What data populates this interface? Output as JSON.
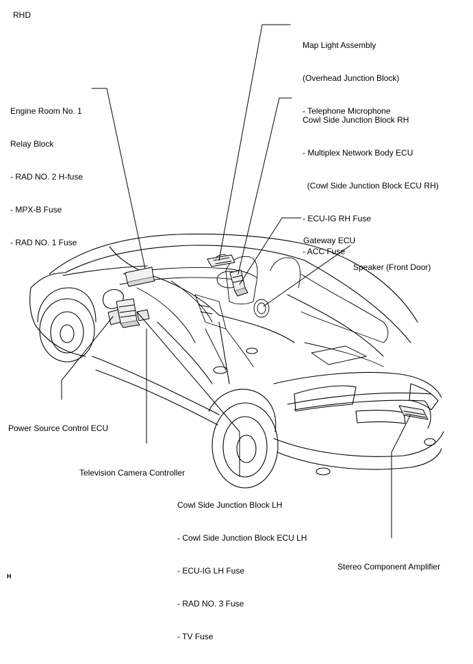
{
  "diagram": {
    "variant": "RHD",
    "figure_id": "H",
    "labels": {
      "map_light": [
        "Map Light Assembly",
        "(Overhead Junction Block)",
        "- Telephone Microphone"
      ],
      "engine_room": [
        "Engine Room No. 1",
        "Relay Block",
        "- RAD NO. 2 H-fuse",
        "- MPX-B Fuse",
        "- RAD NO. 1 Fuse"
      ],
      "cowl_rh": [
        "Cowl Side Junction Block RH",
        "- Multiplex Network Body ECU",
        "  (Cowl Side Junction Block ECU RH)",
        "- ECU-IG RH Fuse",
        "- ACC Fuse"
      ],
      "gateway": [
        "Gateway ECU"
      ],
      "speaker": [
        "Speaker (Front Door)"
      ],
      "power_source": [
        "Power Source Control ECU"
      ],
      "tv_camera": [
        "Television Camera Controller"
      ],
      "cowl_lh": [
        "Cowl Side Junction Block LH",
        "- Cowl Side Junction Block ECU LH",
        "- ECU-IG LH Fuse",
        "- RAD NO. 3 Fuse",
        "- TV Fuse"
      ],
      "stereo": [
        "Stereo Component Amplifier"
      ]
    }
  }
}
